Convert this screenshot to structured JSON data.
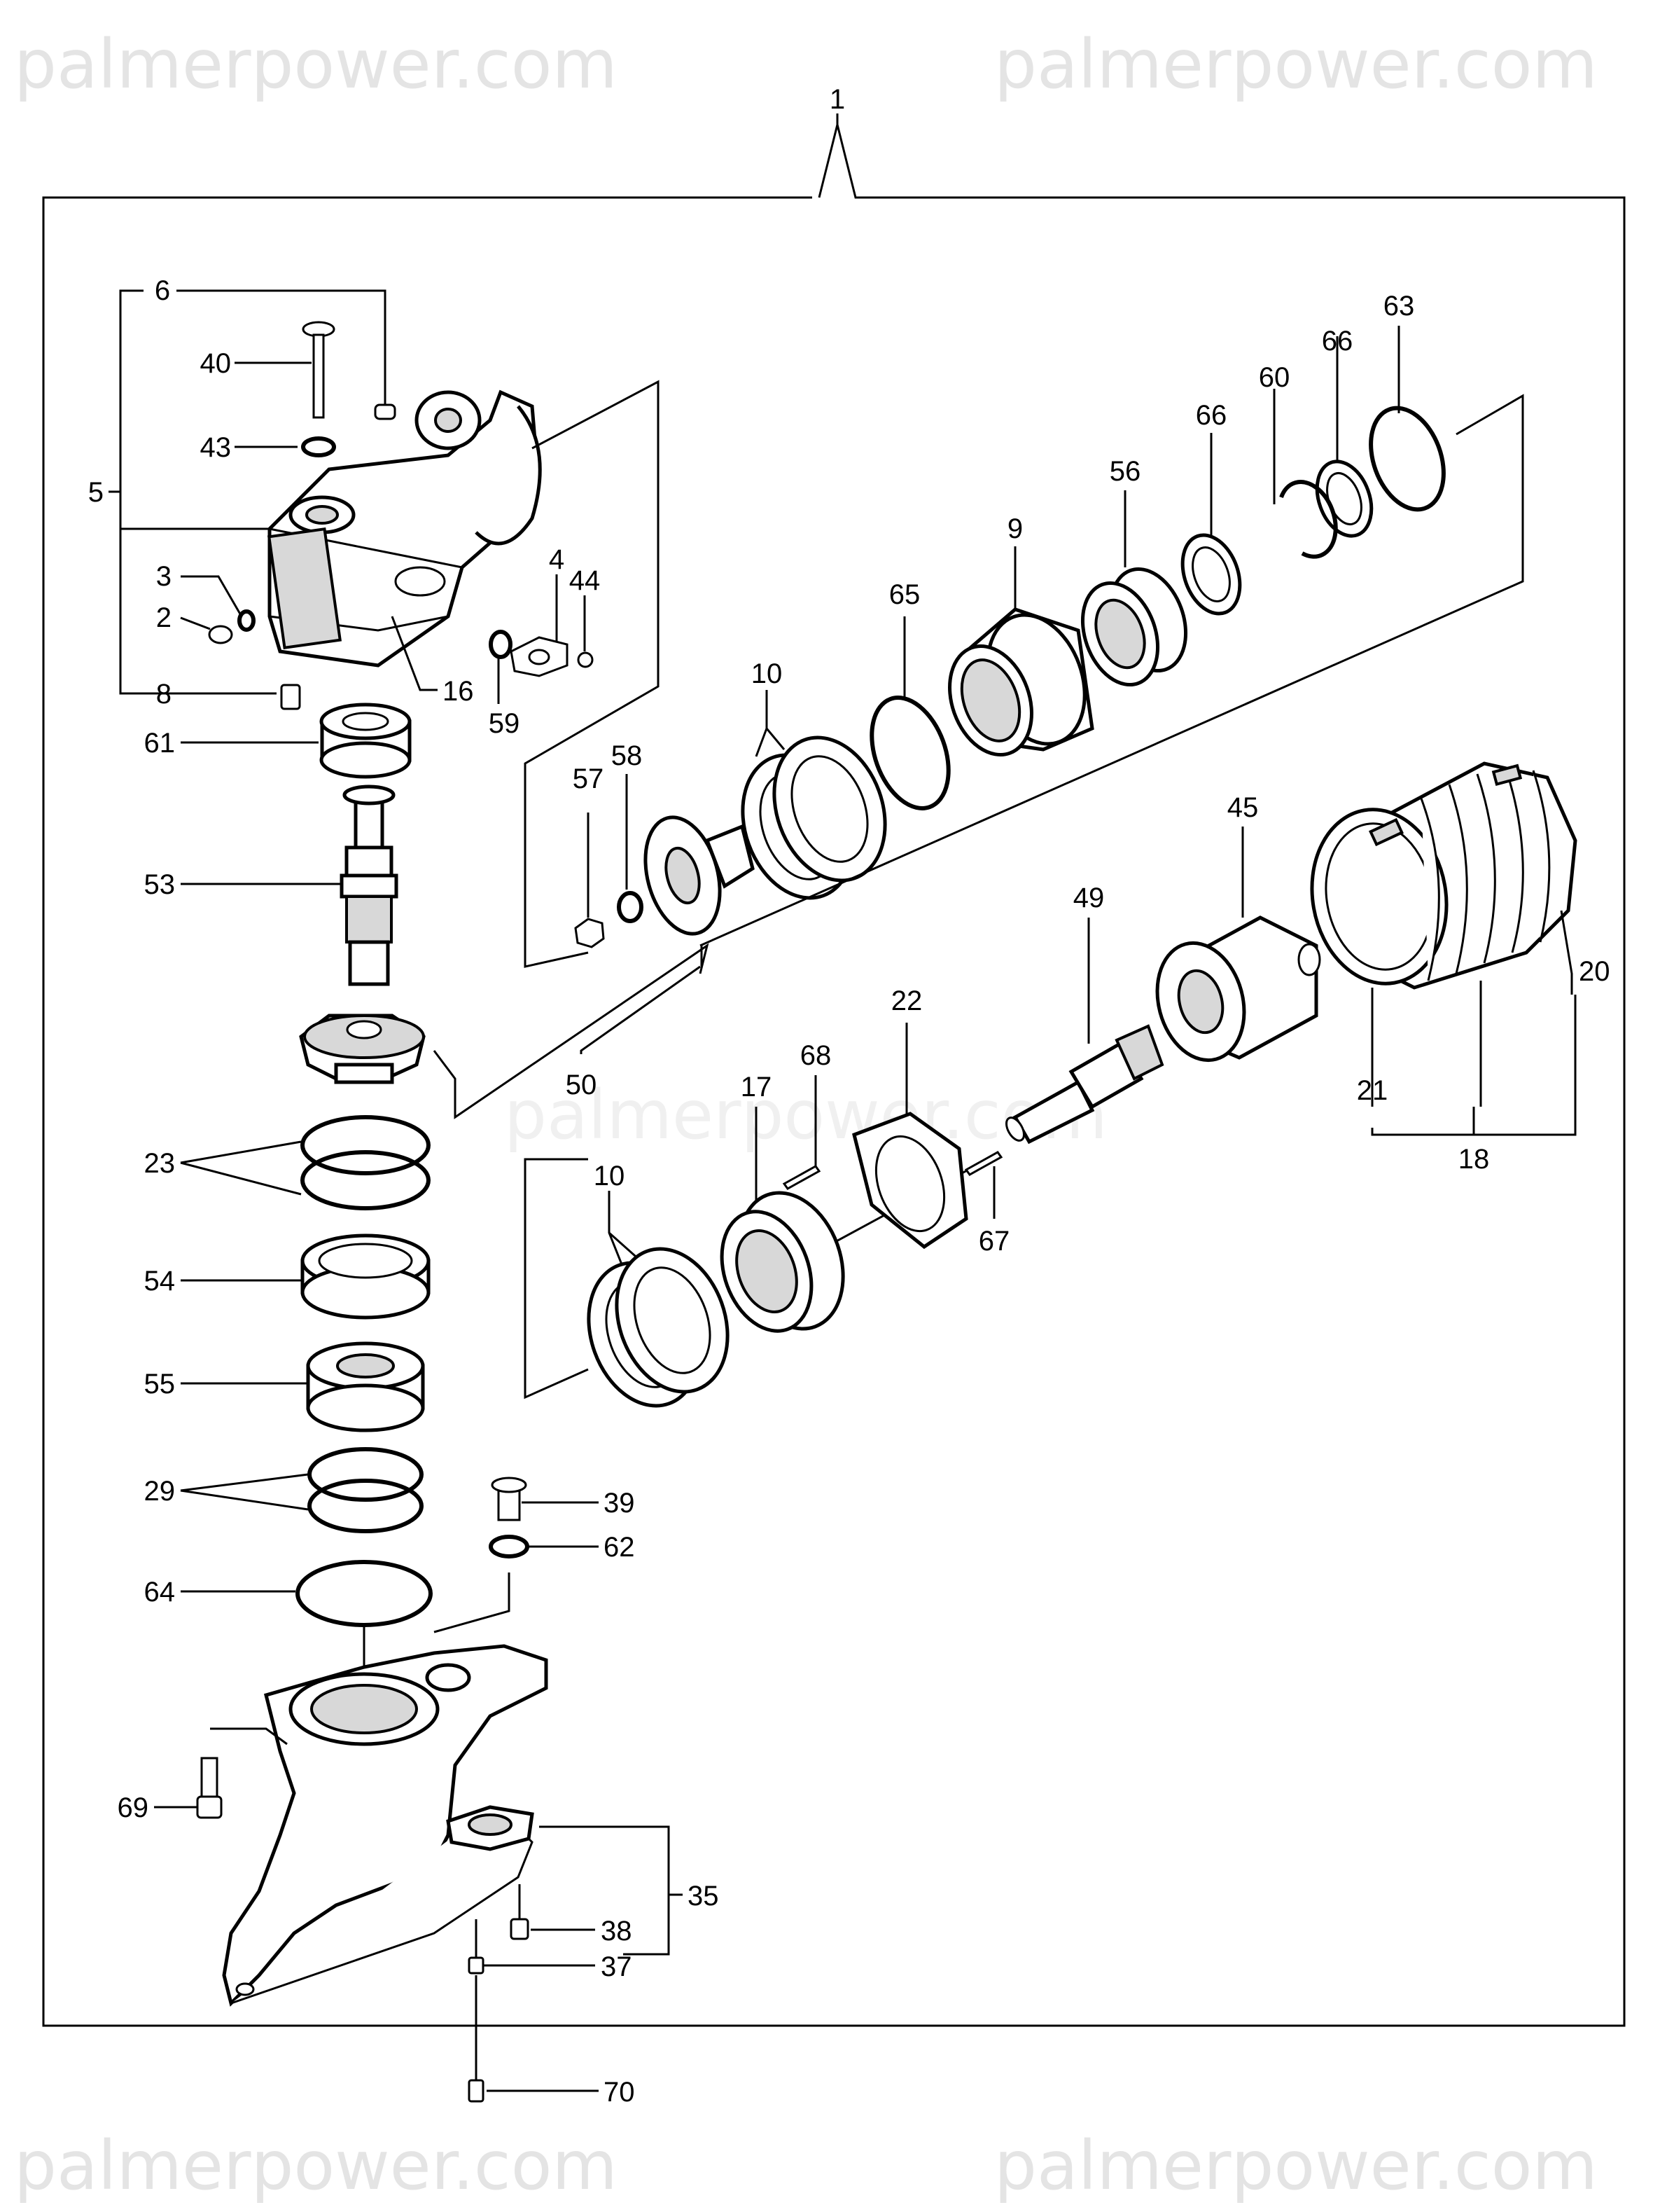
{
  "watermarks": {
    "top_left": "palmerpower.com",
    "top_right": "palmerpower.com",
    "center": "palmerpower.com",
    "bottom_left": "palmerpower.com",
    "bottom_right": "palmerpower.com"
  },
  "callouts": {
    "c1": "1",
    "c2": "2",
    "c3": "3",
    "c4": "4",
    "c5": "5",
    "c6": "6",
    "c8": "8",
    "c9": "9",
    "c10a": "10",
    "c10b": "10",
    "c16": "16",
    "c17": "17",
    "c18": "18",
    "c20": "20",
    "c21": "21",
    "c22": "22",
    "c23": "23",
    "c29": "29",
    "c35": "35",
    "c37": "37",
    "c38": "38",
    "c39": "39",
    "c40": "40",
    "c43": "43",
    "c44": "44",
    "c45": "45",
    "c49": "49",
    "c50": "50",
    "c53": "53",
    "c54": "54",
    "c55": "55",
    "c56": "56",
    "c57": "57",
    "c58": "58",
    "c59": "59",
    "c60": "60",
    "c61": "61",
    "c62": "62",
    "c63": "63",
    "c64": "64",
    "c65": "65",
    "c66a": "66",
    "c66b": "66",
    "c67": "67",
    "c68": "68",
    "c69": "69",
    "c70": "70"
  }
}
